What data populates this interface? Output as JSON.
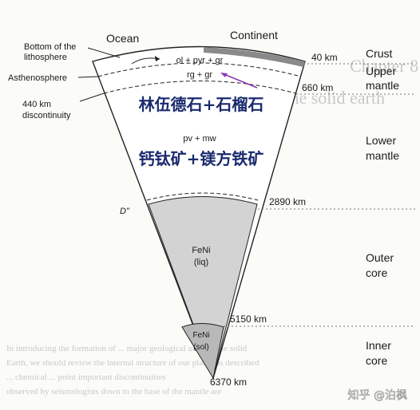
{
  "diagram": {
    "surface_labels": {
      "ocean": "Ocean",
      "continent": "Continent"
    },
    "left_labels": {
      "bottom_lithosphere_line1": "Bottom of the",
      "bottom_lithosphere_line2": "lithosphere",
      "asthenosphere": "Asthenosphere",
      "discontinuity_line1": "440 km",
      "discontinuity_line2": "discontinuity",
      "d_double_prime": "D\""
    },
    "depths": [
      "40 km",
      "660 km",
      "2890 km",
      "5150 km",
      "6370 km"
    ],
    "layers": {
      "crust": "Crust",
      "upper_mantle_line1": "Upper",
      "upper_mantle_line2": "mantle",
      "lower_mantle_line1": "Lower",
      "lower_mantle_line2": "mantle",
      "outer_core_line1": "Outer",
      "outer_core_line2": "core",
      "inner_core_line1": "Inner",
      "inner_core_line2": "core"
    },
    "minerals": {
      "upper_1": "ol + pyr + gr",
      "upper_2": "rg + gr",
      "lower": "pv + mw",
      "outer_core_line1": "FeNi",
      "outer_core_line2": "(liq)",
      "inner_core_line1": "FeNi",
      "inner_core_line2": "(sol)"
    },
    "chinese_annotations": {
      "upper_mantle": "林伍德石+石榴石",
      "lower_mantle": "钙钛矿+镁方铁矿"
    },
    "background_text": {
      "chapter": "Chapter 8",
      "subtitle": "The solid earth",
      "body_lines": [
        "In introducing the formation of ... major geological units of the solid",
        "Earth, we should review the internal structure of our planet as described",
        "... chemical ... point important discontinuities",
        "observed by seismologists down to the base of the mantle are"
      ]
    },
    "watermark": "知乎 @泊枫",
    "colors": {
      "core": "#d3d3d3",
      "crust": "#8a8a8a",
      "annotation_text": "#1a2a6e",
      "arrow": "#8a3ab0"
    }
  }
}
